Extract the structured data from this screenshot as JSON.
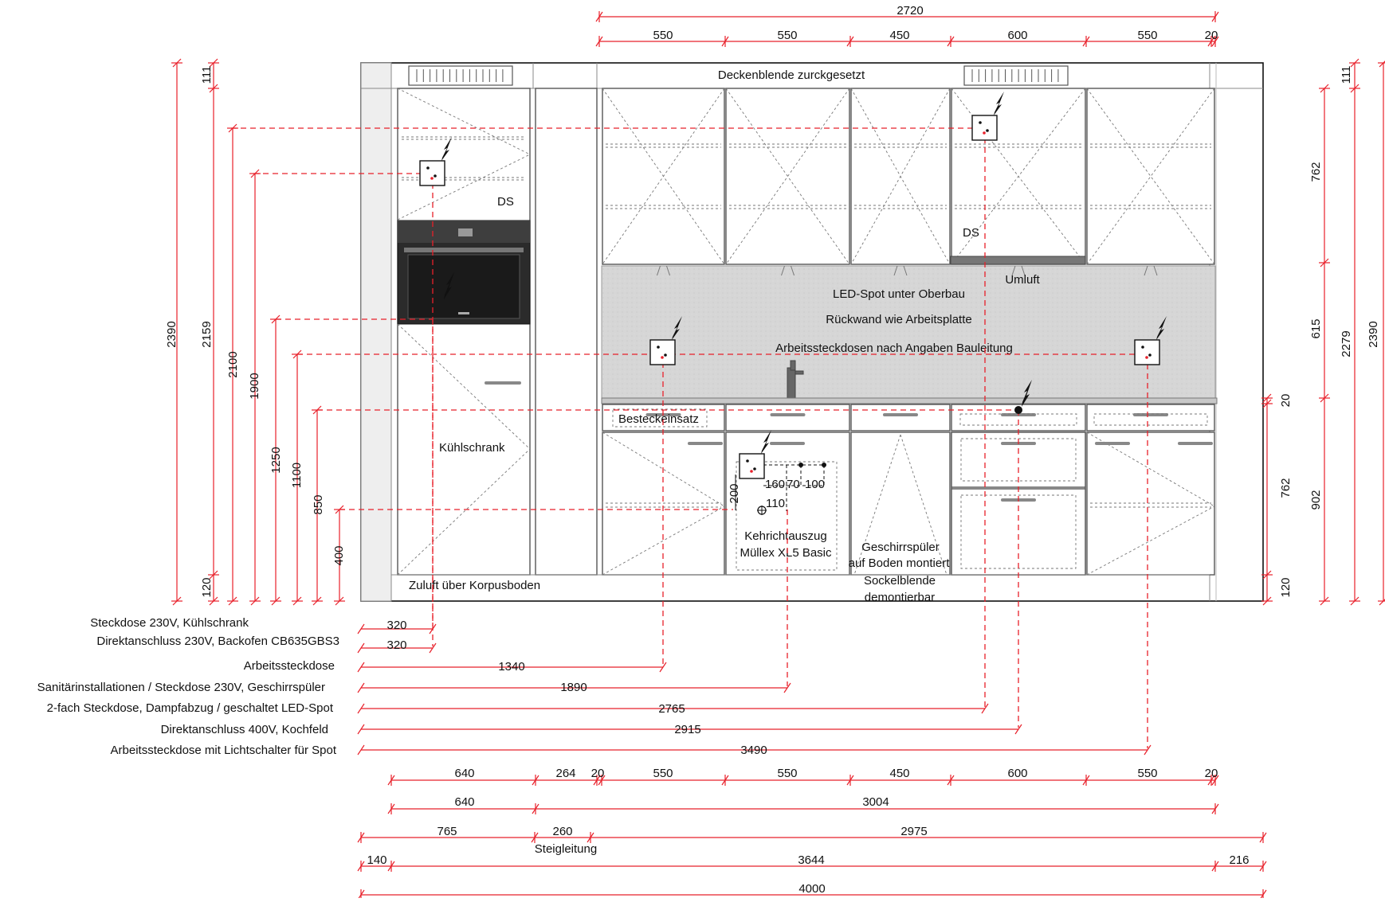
{
  "top_dims": {
    "overall": "2720",
    "segments": [
      "550",
      "550",
      "450",
      "600",
      "550",
      "20"
    ]
  },
  "left_dims": {
    "height_total": "2390",
    "h_2159": "2159",
    "h_2100": "2100",
    "h_1900": "1900",
    "h_1250": "1250",
    "h_1100": "1100",
    "h_850": "850",
    "h_400": "400",
    "top_111": "111",
    "bottom_120": "120"
  },
  "right_dims": {
    "top_111": "111",
    "v_762_upper": "762",
    "v_615": "615",
    "v_20": "20",
    "v_762_lower": "762",
    "v_902": "902",
    "v_2279": "2279",
    "v_2390": "2390",
    "v_120": "120"
  },
  "labels": {
    "ceiling": "Deckenblende zurckgesetzt",
    "ds_left": "DS",
    "ds_right": "DS",
    "umluft": "Umluft",
    "led_spot": "LED-Spot unter Oberbau",
    "rueckwand": "Rückwand wie Arbeitsplatte",
    "sockets_note": "Arbeitssteckdosen nach Angaben Bauleitung",
    "besteck": "Besteckeinsatz",
    "fridge": "Kühlschrank",
    "kehricht_1": "Kehrichtauszug",
    "kehricht_2": "Müllex XL5 Basic",
    "dishwasher_1": "Geschirrspüler",
    "dishwasher_2": "auf Boden montiert",
    "sockel_1": "Sockelblende",
    "sockel_2": "demontierbar",
    "zuluft": "Zuluft über Korpusboden",
    "d200": "200",
    "d160": "160",
    "d70": "70",
    "d100": "100",
    "d110": "110"
  },
  "connections": [
    {
      "label": "Steckdose 230V, Kühlschrank",
      "value": "320"
    },
    {
      "label": "Direktanschluss 230V, Backofen CB635GBS3",
      "value": "320"
    },
    {
      "label": "Arbeitssteckdose",
      "value": "1340"
    },
    {
      "label": "Sanitärinstallationen / Steckdose 230V, Geschirrspüler",
      "value": "1890"
    },
    {
      "label": "2-fach Steckdose, Dampfabzug / geschaltet LED-Spot",
      "value": "2765"
    },
    {
      "label": "Direktanschluss 400V, Kochfeld",
      "value": "2915"
    },
    {
      "label": "Arbeitssteckdose mit Lichtschalter für Spot",
      "value": "3490"
    }
  ],
  "bottom_dims": {
    "row1": [
      "640",
      "264",
      "20",
      "550",
      "550",
      "450",
      "600",
      "550",
      "20"
    ],
    "row2": [
      "640",
      "3004"
    ],
    "row3": [
      "765",
      "260",
      "2975"
    ],
    "steigleitung": "Steigleitung",
    "row4": [
      "140",
      "3644",
      "216"
    ],
    "total": "4000"
  },
  "colors": {
    "dimension": "#e8202a",
    "backsplash": "#d4d4d4",
    "oven": "#2b2b2b"
  }
}
